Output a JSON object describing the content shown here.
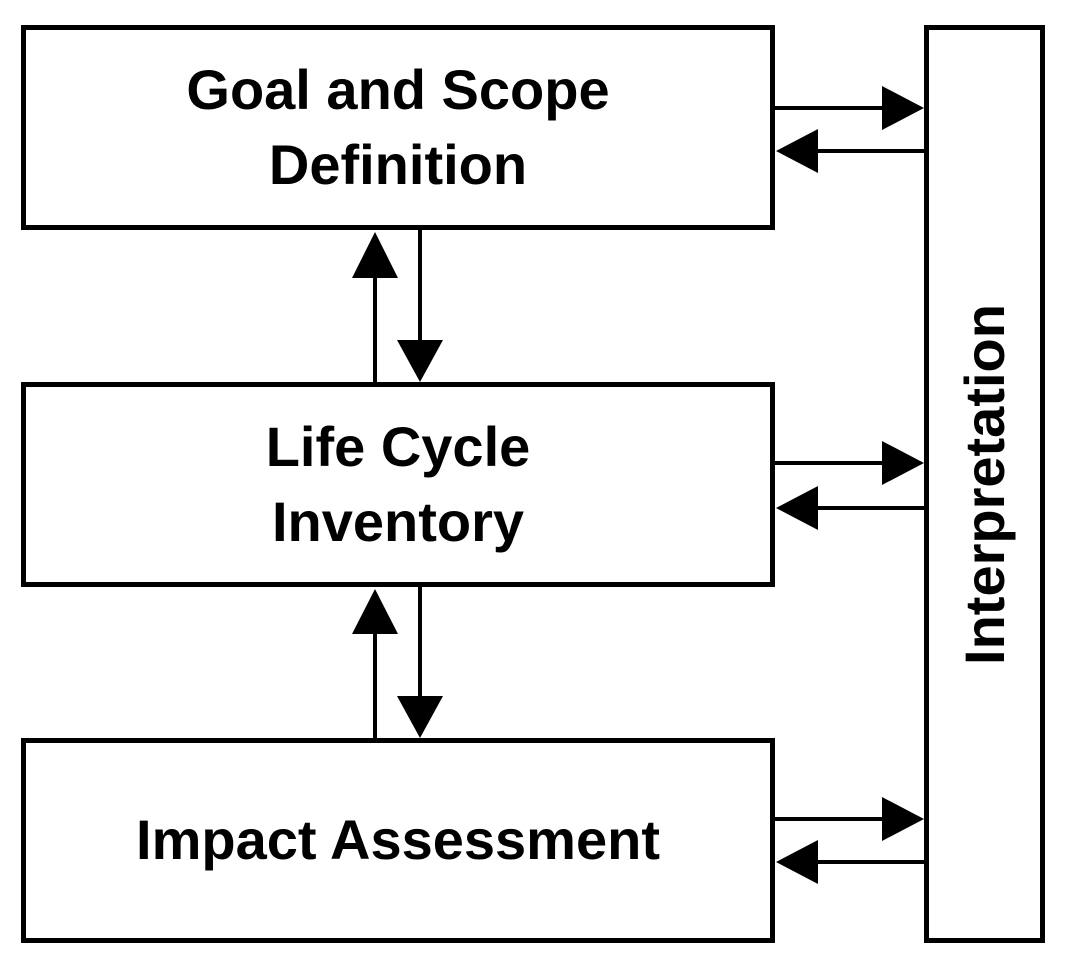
{
  "boxes": {
    "goal_scope": "Goal and Scope\nDefinition",
    "inventory": "Life Cycle\nInventory",
    "impact": "Impact Assessment",
    "interpretation": "Interpretation"
  },
  "colors": {
    "stroke": "#000000",
    "background": "#ffffff"
  }
}
